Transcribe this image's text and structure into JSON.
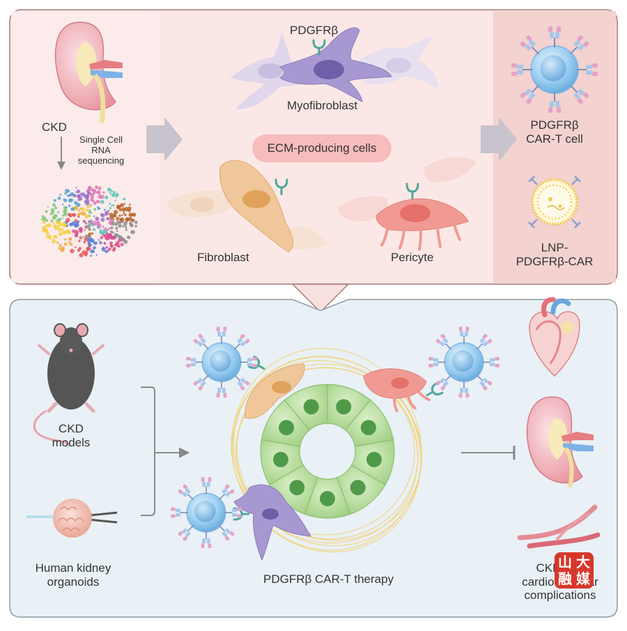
{
  "labels": {
    "pdgfrb_top": "PDGFRβ",
    "myofibroblast": "Myofibroblast",
    "ckd": "CKD",
    "scrna": [
      "Single Cell",
      "RNA",
      "sequencing"
    ],
    "ecm": "ECM-producing cells",
    "fibroblast": "Fibroblast",
    "pericyte": "Pericyte",
    "cart_cell": [
      "PDGFRβ",
      "CAR-T cell"
    ],
    "lnp": [
      "LNP-",
      "PDGFRβ-CAR"
    ],
    "ckd_models": [
      "CKD",
      "models"
    ],
    "organoids": [
      "Human kidney",
      "organoids"
    ],
    "therapy": "PDGFRβ CAR-T therapy",
    "complications": [
      "CKD and",
      "cardiovascular",
      "complications"
    ]
  },
  "watermark": [
    "山",
    "大",
    "融",
    "媒"
  ],
  "colors": {
    "top_panel": "#f9e1e0",
    "bottom_panel": "#e9f1f6",
    "pill": "#f7bcbc",
    "myofibroblast": "#a898d2",
    "fibroblast": "#f0c79a",
    "pericyte": "#f19a94",
    "tcell": "#8fc8ef",
    "tubule": "#bfe0a3",
    "receptor": "#4fa79a"
  }
}
